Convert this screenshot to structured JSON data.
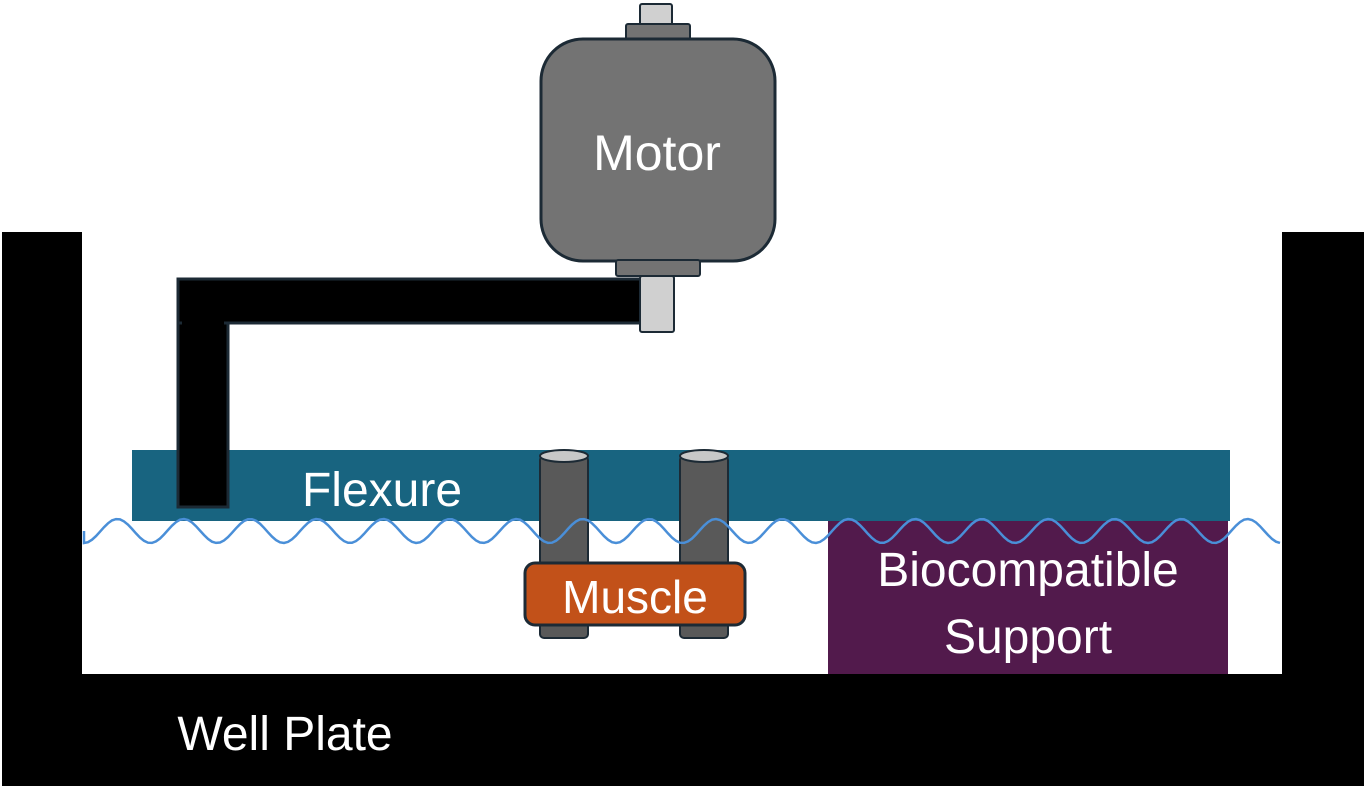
{
  "labels": {
    "motor": "Motor",
    "flexure": "Flexure",
    "muscle": "Muscle",
    "support_line1": "Biocompatible",
    "support_line2": "Support",
    "well_plate": "Well Plate"
  },
  "colors": {
    "well_plate": "#000000",
    "motor_body": "#737373",
    "motor_outline": "#1c2a35",
    "motor_shaft": "#d0d0d0",
    "flexure": "#186480",
    "muscle": "#c25119",
    "support": "#521a4c",
    "posts": "#595959",
    "post_cap": "#c8c8c8",
    "water_line": "#4a8fd8",
    "label_text": "#ffffff"
  }
}
